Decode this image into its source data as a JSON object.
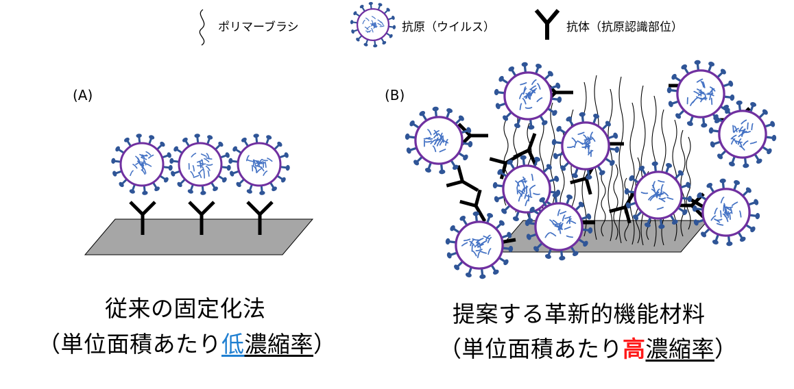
{
  "legend": {
    "brush": "ポリマーブラシ",
    "antigen": "抗原（ウイルス）",
    "antibody": "抗体（抗原認識部位）"
  },
  "panels": {
    "a_label": "(A)",
    "b_label": "(B)"
  },
  "captions": {
    "a_line1": "従来の固定化法",
    "a_line2_open": "（単位面積あたり",
    "a_line2_key": "低",
    "a_line2_rest": "濃縮率",
    "a_line2_close": "）",
    "b_line1": "提案する革新的機能材料",
    "b_line2_open": "（単位面積あたり",
    "b_line2_key": "高",
    "b_line2_rest": "濃縮率",
    "b_line2_close": "）"
  },
  "colors": {
    "virus_spike": "#2f5597",
    "virus_ring": "#7030a0",
    "virus_rna": "#4472c4",
    "substrate": "#a6a6a6",
    "low_highlight": "#1f7fd1",
    "high_highlight": "#ff1a1a"
  },
  "icons": [
    "polymer-brush-icon",
    "virus-icon",
    "antibody-icon"
  ]
}
